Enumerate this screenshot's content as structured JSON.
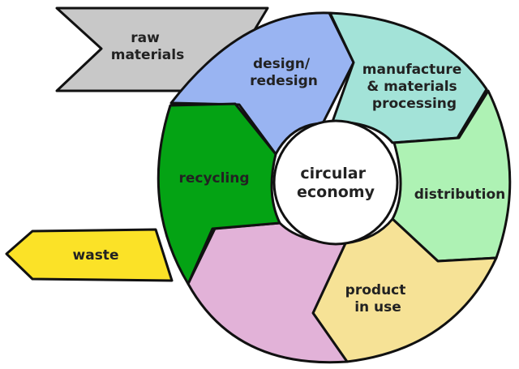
{
  "colors": {
    "raw_materials": "#c8c8c8",
    "design": "#99b4f2",
    "manufacture": "#a3e3d8",
    "distribution": "#aef2b4",
    "product_in_use": "#f6e296",
    "reuse": "#e2b2d8",
    "recycling": "#04a314",
    "waste": "#fbe227",
    "outline": "#111111"
  },
  "diagram": {
    "hub": {
      "line1": "circular",
      "line2": "economy"
    },
    "raw_materials": {
      "line1": "raw",
      "line2": "materials"
    },
    "design": {
      "line1": "design/",
      "line2": "redesign"
    },
    "manufacture": {
      "line1": "manufacture",
      "line2": "& materials",
      "line3": "processing"
    },
    "distribution": {
      "line1": "distribution"
    },
    "product_in_use": {
      "line1": "product",
      "line2": "in use"
    },
    "recycling": {
      "line1": "recycling"
    },
    "waste": {
      "line1": "waste"
    }
  }
}
